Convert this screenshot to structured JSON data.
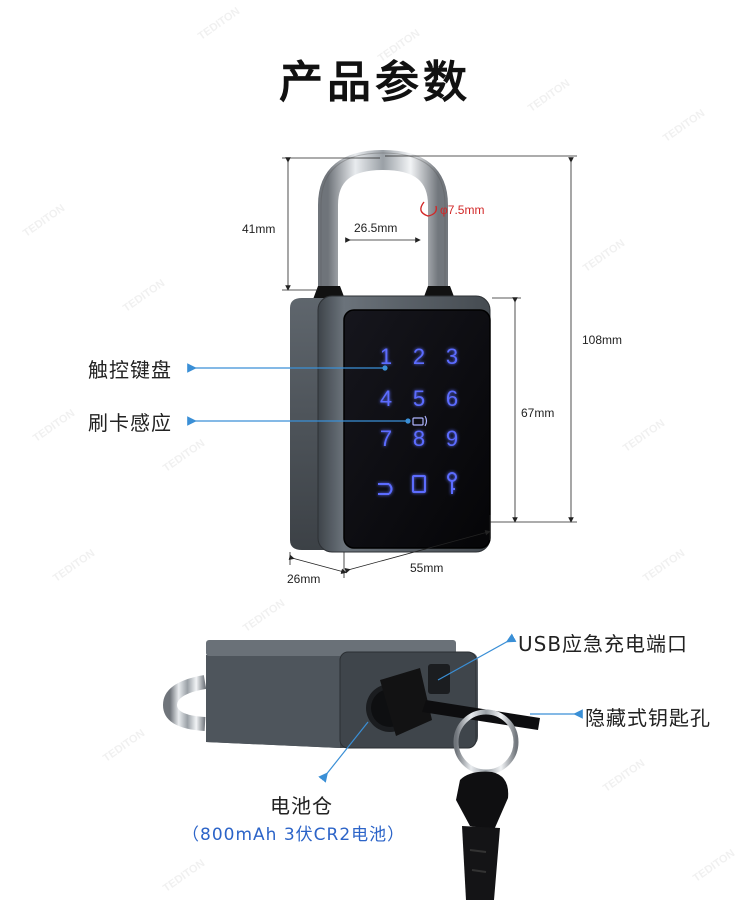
{
  "title": "产品参数",
  "watermark": "TEDITON",
  "dimensions": {
    "shackle_height": "41mm",
    "shackle_width": "26.5mm",
    "shackle_diameter": "φ7.5mm",
    "total_height": "108mm",
    "body_height": "67mm",
    "depth": "26mm",
    "width": "55mm"
  },
  "keypad": {
    "keys": [
      "1",
      "2",
      "3",
      "4",
      "5",
      "6",
      "7",
      "8",
      "9"
    ]
  },
  "callouts": {
    "touch_keypad": "触控键盘",
    "card_sensing": "刷卡感应",
    "usb_port": "USB应急充电端口",
    "hidden_keyhole": "隐藏式钥匙孔",
    "battery": "电池仓",
    "battery_spec": "（800mAh 3伏CR2电池）"
  },
  "colors": {
    "callout_arrow": "#3a8fd6",
    "dimension_line": "#222222",
    "shackle_diameter": "#d22828",
    "key_glow": "#5b6cff",
    "body": "#5a6168",
    "panel": "#0b0b10"
  }
}
